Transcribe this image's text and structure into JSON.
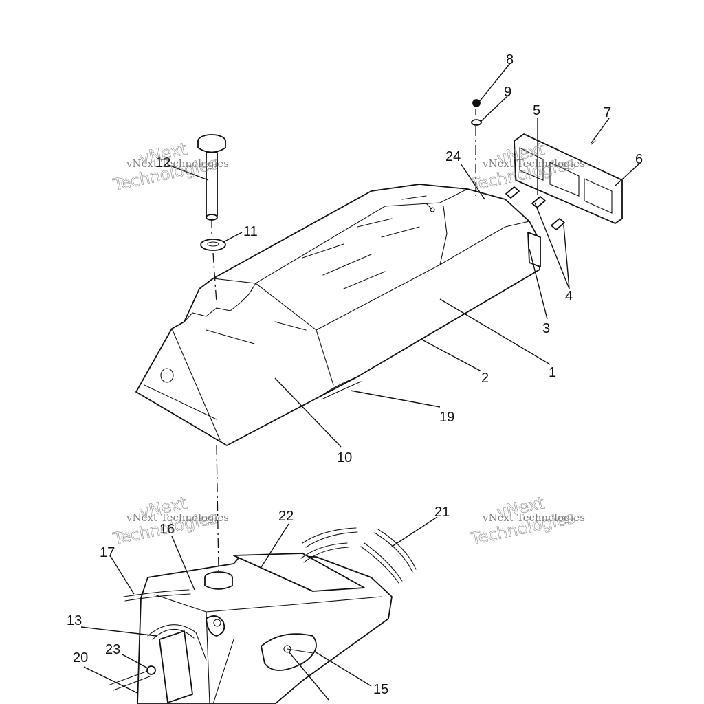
{
  "callouts": {
    "c1": "1",
    "c2": "2",
    "c3": "3",
    "c4": "4",
    "c5": "5",
    "c6": "6",
    "c7": "7",
    "c8": "8",
    "c9": "9",
    "c10": "10",
    "c11": "11",
    "c12": "12",
    "c13": "13",
    "c15": "15",
    "c16": "16",
    "c17": "17",
    "c19": "19",
    "c20": "20",
    "c21": "21",
    "c22": "22",
    "c23": "23",
    "c24": "24"
  },
  "watermark": {
    "line_small": "vNext Technologies",
    "line_big_1": "vNext",
    "line_big_2": "Technologies"
  }
}
